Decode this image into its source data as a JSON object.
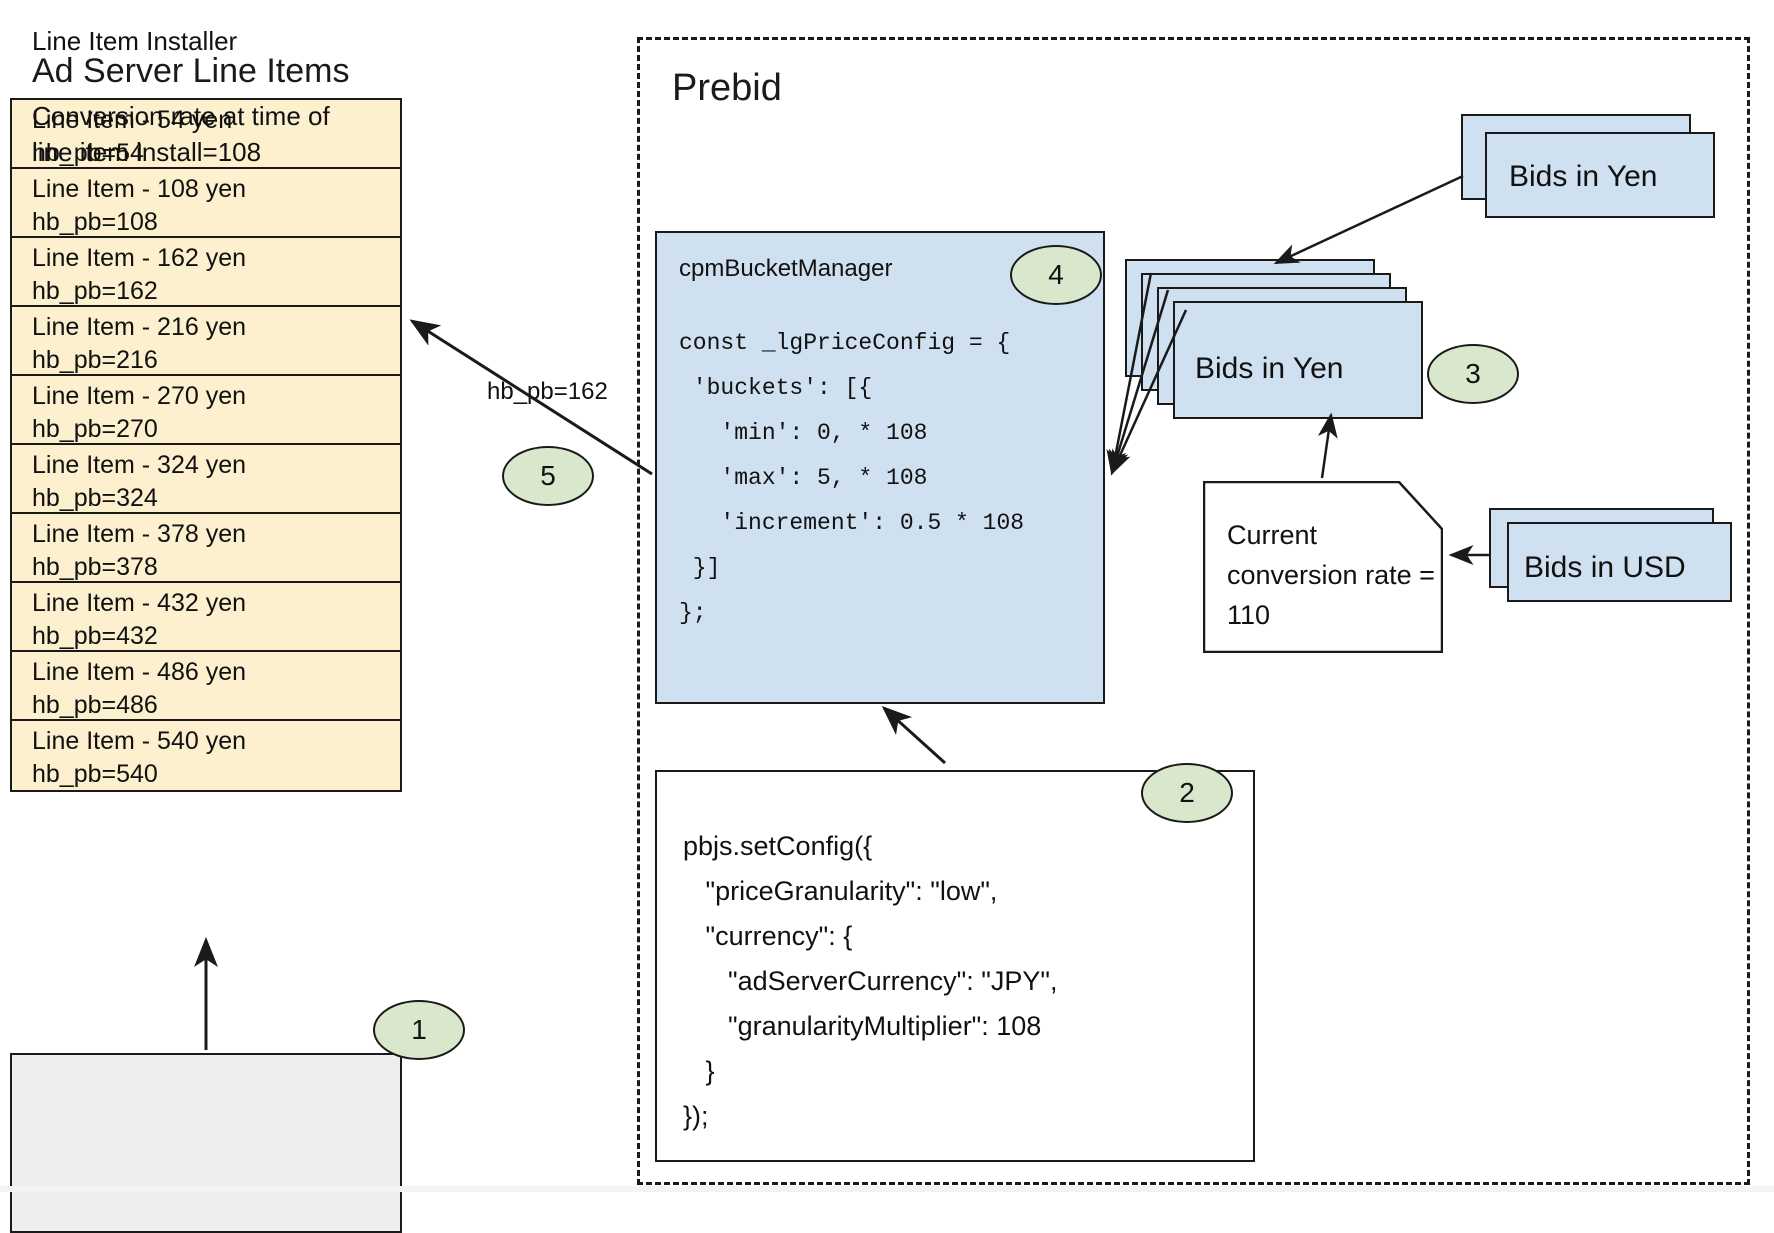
{
  "left_panel": {
    "title": "Ad Server Line Items",
    "line_items": [
      {
        "name": "Line Item - 54 yen",
        "key": "hb_pb=54"
      },
      {
        "name": "Line Item - 108 yen",
        "key": "hb_pb=108"
      },
      {
        "name": "Line Item - 162 yen",
        "key": "hb_pb=162"
      },
      {
        "name": "Line Item - 216 yen",
        "key": "hb_pb=216"
      },
      {
        "name": "Line Item - 270 yen",
        "key": "hb_pb=270"
      },
      {
        "name": "Line Item - 324 yen",
        "key": "hb_pb=324"
      },
      {
        "name": "Line Item - 378 yen",
        "key": "hb_pb=378"
      },
      {
        "name": "Line Item - 432 yen",
        "key": "hb_pb=432"
      },
      {
        "name": "Line Item - 486 yen",
        "key": "hb_pb=486"
      },
      {
        "name": "Line Item - 540 yen",
        "key": "hb_pb=540"
      }
    ],
    "installer": {
      "title": "Line Item Installer",
      "note": "Conversion rate at time of line item install=108"
    }
  },
  "prebid": {
    "title": "Prebid",
    "cpm_bucket_manager": {
      "title": "cpmBucketManager",
      "code": "const _lgPriceConfig = {\n 'buckets': [{\n   'min': 0, * 108\n   'max': 5, * 108\n   'increment': 0.5 * 108\n }]\n};"
    },
    "set_config": {
      "code": "pbjs.setConfig({\n   \"priceGranularity\": \"low\",\n   \"currency\": {\n      \"adServerCurrency\": \"JPY\",\n      \"granularityMultiplier\": 108\n   }\n});"
    },
    "bids_in_yen_stack_label": "Bids in Yen",
    "bids_in_yen_top_label": "Bids in Yen",
    "bids_in_usd_label": "Bids in USD",
    "conversion_note": "Current conversion rate = 110"
  },
  "edges": {
    "hb_pb_label": "hb_pb=162"
  },
  "badges": {
    "one": "1",
    "two": "2",
    "three": "3",
    "four": "4",
    "five": "5"
  },
  "colors": {
    "line_item_fill": "#fdf0ce",
    "blue_fill": "#cfe0f1",
    "badge_fill": "#d9e8cd",
    "installer_fill": "#eeeeee",
    "stroke": "#1a1a1a"
  }
}
